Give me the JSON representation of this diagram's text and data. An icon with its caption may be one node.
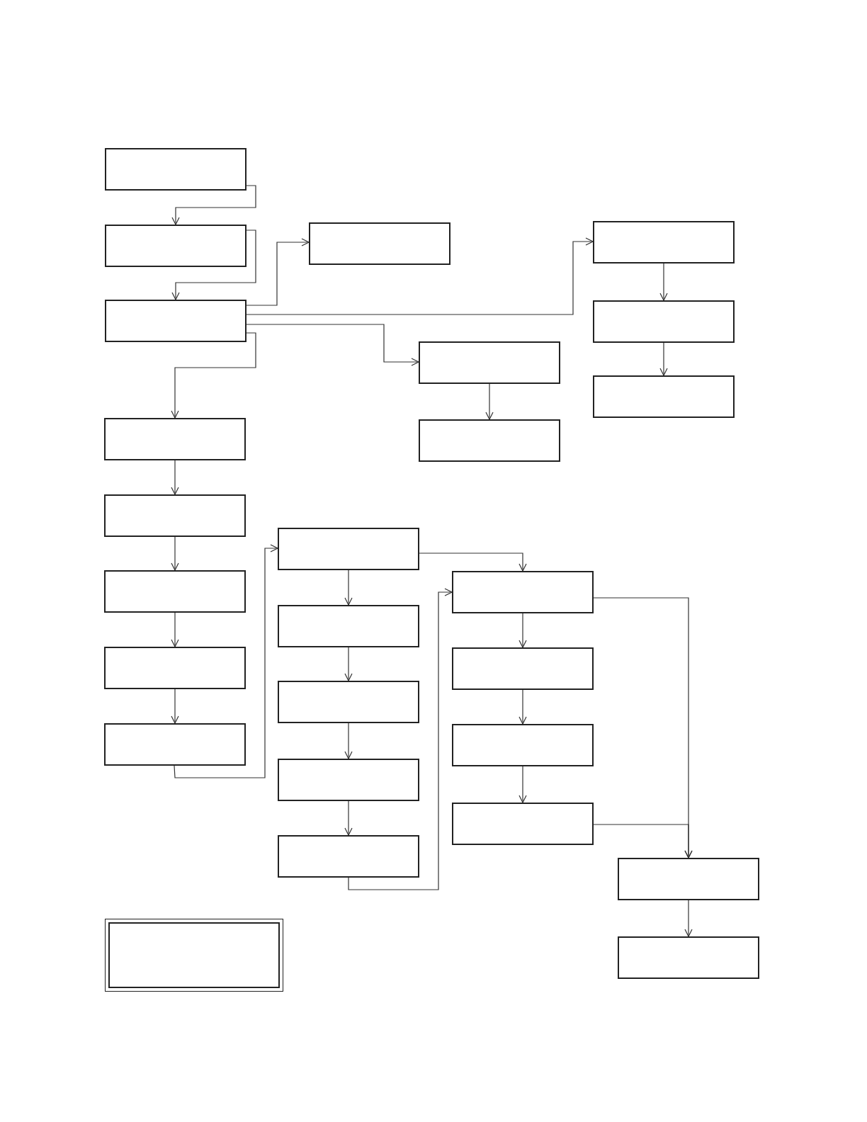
{
  "diagram": {
    "nodes": [
      {
        "text": [],
        "shape": "box"
      },
      {
        "text": [],
        "shape": "box"
      },
      {
        "text": [],
        "shape": "box"
      },
      {
        "text": [],
        "shape": "box"
      },
      {
        "text": [],
        "shape": "box"
      },
      {
        "text": [],
        "shape": "box"
      },
      {
        "text": [],
        "shape": "box"
      },
      {
        "text": [],
        "shape": "box"
      },
      {
        "text": [],
        "shape": "box"
      },
      {
        "text": [],
        "shape": "box"
      },
      {
        "text": [],
        "shape": "box"
      },
      {
        "text": [],
        "shape": "box"
      },
      {
        "text": [],
        "shape": "box"
      },
      {
        "text": [],
        "shape": "box"
      },
      {
        "text": [],
        "shape": "box"
      },
      {
        "text": [],
        "shape": "box"
      },
      {
        "text": [],
        "shape": "box"
      },
      {
        "text": [],
        "shape": "box"
      },
      {
        "text": [],
        "shape": "box"
      },
      {
        "text": [],
        "shape": "box"
      },
      {
        "text": [],
        "shape": "box"
      },
      {
        "text": [],
        "shape": "box"
      },
      {
        "text": [],
        "shape": "box"
      },
      {
        "text": [],
        "shape": "box"
      },
      {
        "text": [],
        "shape": "box"
      },
      {
        "text": [],
        "shape": "box"
      }
    ],
    "edges": [
      {
        "from": 0,
        "to": 1,
        "arrow": "to"
      },
      {
        "from": 1,
        "to": 2,
        "arrow": "to"
      },
      {
        "from": 2,
        "to": 3,
        "arrow": "to"
      },
      {
        "from": 2,
        "to": 6,
        "arrow": "to"
      },
      {
        "from": 2,
        "to": 4,
        "arrow": "to"
      },
      {
        "from": 2,
        "to": 9,
        "arrow": "to"
      },
      {
        "from": 4,
        "to": 5,
        "arrow": "to"
      },
      {
        "from": 6,
        "to": 7,
        "arrow": "to"
      },
      {
        "from": 7,
        "to": 8,
        "arrow": "to"
      },
      {
        "from": 9,
        "to": 10,
        "arrow": "to"
      },
      {
        "from": 10,
        "to": 11,
        "arrow": "to"
      },
      {
        "from": 11,
        "to": 12,
        "arrow": "to"
      },
      {
        "from": 12,
        "to": 13,
        "arrow": "to"
      },
      {
        "from": 13,
        "to": 14,
        "arrow": "to"
      },
      {
        "from": 14,
        "to": 15,
        "arrow": "to"
      },
      {
        "from": 15,
        "to": 16,
        "arrow": "to"
      },
      {
        "from": 16,
        "to": 17,
        "arrow": "to"
      },
      {
        "from": 17,
        "to": 18,
        "arrow": "to"
      },
      {
        "from": 14,
        "to": 19,
        "arrow": "to"
      },
      {
        "from": 18,
        "to": 19,
        "arrow": "to"
      },
      {
        "from": 19,
        "to": 20,
        "arrow": "to"
      },
      {
        "from": 20,
        "to": 21,
        "arrow": "to"
      },
      {
        "from": 21,
        "to": 22,
        "arrow": "to"
      },
      {
        "from": 19,
        "to": 23,
        "arrow": "to"
      },
      {
        "from": 22,
        "to": 23,
        "arrow": "to"
      },
      {
        "from": 23,
        "to": 24,
        "arrow": "to"
      }
    ]
  }
}
